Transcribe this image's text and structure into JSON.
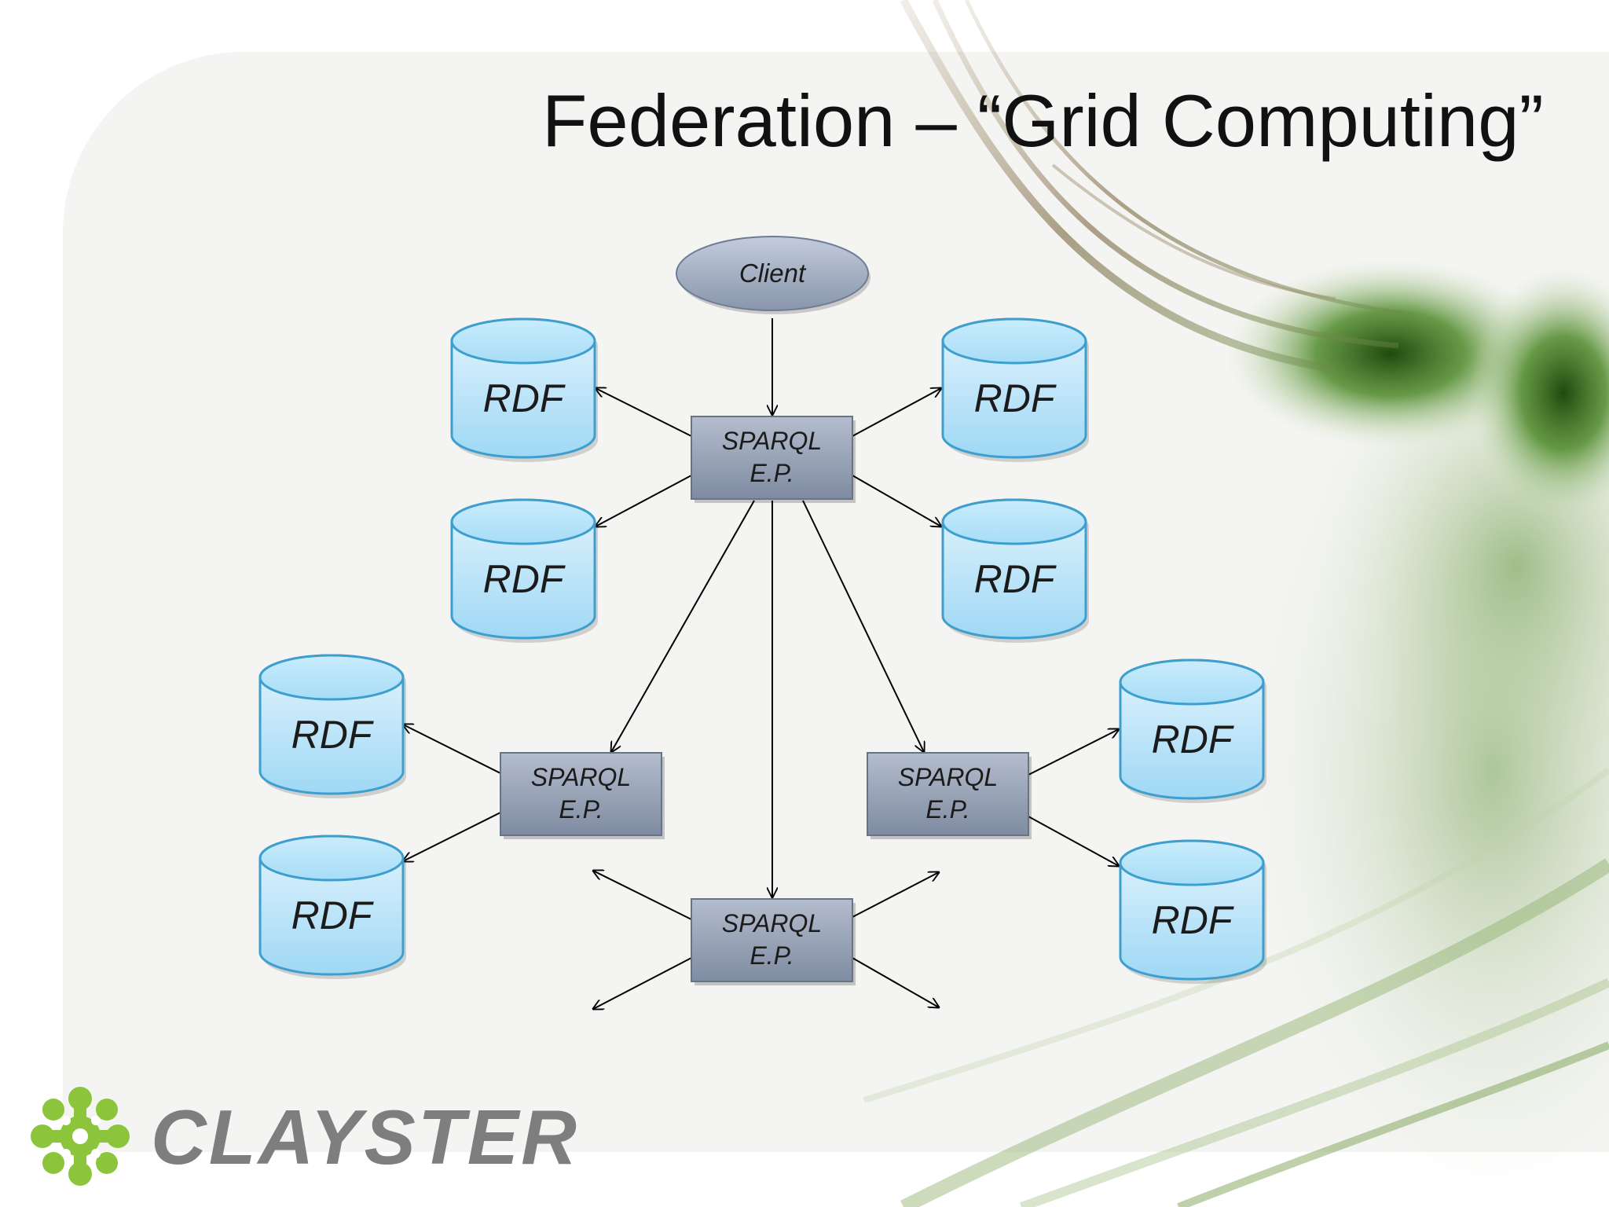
{
  "slide": {
    "title": "Federation – “Grid Computing”"
  },
  "diagram": {
    "client": {
      "label": "Client"
    },
    "endpoints": [
      {
        "id": "ep-top",
        "line1": "SPARQL",
        "line2": "E.P."
      },
      {
        "id": "ep-left",
        "line1": "SPARQL",
        "line2": "E.P."
      },
      {
        "id": "ep-right",
        "line1": "SPARQL",
        "line2": "E.P."
      },
      {
        "id": "ep-bottom",
        "line1": "SPARQL",
        "line2": "E.P."
      }
    ],
    "stores": [
      {
        "id": "rdf-1",
        "label": "RDF"
      },
      {
        "id": "rdf-2",
        "label": "RDF"
      },
      {
        "id": "rdf-3",
        "label": "RDF"
      },
      {
        "id": "rdf-4",
        "label": "RDF"
      },
      {
        "id": "rdf-5",
        "label": "RDF"
      },
      {
        "id": "rdf-6",
        "label": "RDF"
      },
      {
        "id": "rdf-7",
        "label": "RDF"
      },
      {
        "id": "rdf-8",
        "label": "RDF"
      }
    ],
    "edges": [
      {
        "from": "client",
        "to": "ep-top"
      },
      {
        "from": "ep-top",
        "to": "rdf-1"
      },
      {
        "from": "ep-top",
        "to": "rdf-2"
      },
      {
        "from": "ep-top",
        "to": "rdf-3"
      },
      {
        "from": "ep-top",
        "to": "rdf-4"
      },
      {
        "from": "ep-top",
        "to": "ep-left"
      },
      {
        "from": "ep-top",
        "to": "ep-bottom"
      },
      {
        "from": "ep-top",
        "to": "ep-right"
      },
      {
        "from": "ep-left",
        "to": "rdf-5"
      },
      {
        "from": "ep-left",
        "to": "rdf-6"
      },
      {
        "from": "ep-right",
        "to": "rdf-7"
      },
      {
        "from": "ep-right",
        "to": "rdf-8"
      },
      {
        "from": "ep-bottom",
        "to": "open"
      },
      {
        "from": "ep-bottom",
        "to": "open"
      },
      {
        "from": "ep-bottom",
        "to": "open"
      },
      {
        "from": "ep-bottom",
        "to": "open"
      }
    ]
  },
  "logo": {
    "text": "CLAYSTER"
  },
  "colors": {
    "cylinder_fill": "#9fdaf6",
    "cylinder_stroke": "#3e9fcf",
    "endpoint_fill": "#8a96ab",
    "client_fill": "#9aa6bc",
    "logo_green": "#8cc43c",
    "logo_gray": "#7e7e7e",
    "plant_green": "#3b6a1e"
  }
}
